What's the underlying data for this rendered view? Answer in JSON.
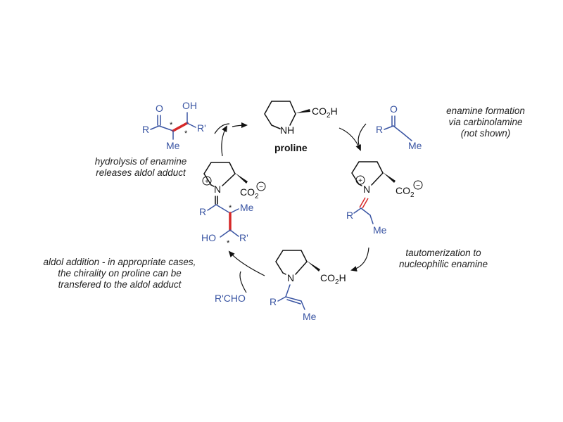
{
  "colors": {
    "catalyst": "#111111",
    "substrate": "#3a55a3",
    "new_bond": "#d62828"
  },
  "center": {
    "name": "proline",
    "acid": "CO",
    "acid_sub": "2",
    "acid_h": "H",
    "nh": "NH"
  },
  "notes": {
    "top_right": [
      "enamine formation",
      "via carbinolamine",
      "(not shown)"
    ],
    "right": [
      "tautomerization to",
      "nucleophilic enamine"
    ],
    "left_bottom": [
      "aldol addition - in appropriate cases,",
      "the chirality on proline can be",
      "transfered to the aldol adduct"
    ],
    "left_top": [
      "hydrolysis of enamine",
      "releases aldol adduct"
    ]
  },
  "labels": {
    "ketone_o": "O",
    "ketone_r": "R",
    "ketone_me": "Me",
    "iminium_n": "N",
    "iminium_co": "CO",
    "iminium_sub": "2",
    "iminium_r": "R",
    "iminium_me": "Me",
    "enamine_n": "N",
    "enamine_co": "CO",
    "enamine_sub": "2",
    "enamine_h": "H",
    "enamine_r": "R",
    "enamine_me": "Me",
    "aldehyde": "R'CHO",
    "adduct_n": "N",
    "adduct_co": "CO",
    "adduct_sub": "2",
    "adduct_r": "R",
    "adduct_me": "Me",
    "adduct_ho": "HO",
    "adduct_rp": "R'",
    "product_o": "O",
    "product_oh": "OH",
    "product_r": "R",
    "product_rp": "R'",
    "product_me": "Me",
    "star": "*",
    "plus": "+",
    "minus": "−"
  }
}
